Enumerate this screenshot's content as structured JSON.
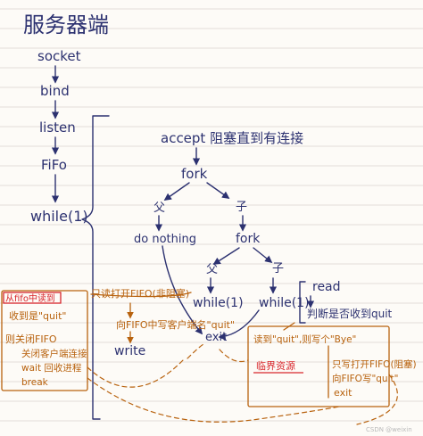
{
  "server_flow": {
    "title": "服务器端",
    "socket": "socket",
    "bind": "bind",
    "listen": "listen",
    "fifo": "FiFo",
    "while": "while(1)"
  },
  "fork_tree": {
    "accept": "accept 阻塞直到有连接",
    "fork": "fork",
    "parent": "父",
    "child": "子",
    "do_nothing": "do nothing",
    "fork2": "fork",
    "parent2": "父",
    "child2": "子",
    "while_left": "while(1)",
    "while_right": "while(1)",
    "exit": "exit",
    "read": "read",
    "judge_quit": "判断是否收到quit"
  },
  "left_box": {
    "label": "从fifo中读到",
    "line1": "收到是\"quit\"",
    "line2": "则关闭FIFO",
    "line3": "关闭客户端连接",
    "line4": "wait 回收进程",
    "line5": "break"
  },
  "middle_notes": {
    "line1": "只读打开FIFO(非阻塞)",
    "line2": "向FIFO中写客户端名\"quit\"",
    "write": "write"
  },
  "right_box": {
    "line1": "读到\"quit\",则写个\"Bye\"",
    "warn": "临界资源",
    "line2": "只写打开FIFO(阻塞)",
    "line3": "向FIFO写\"quit\"",
    "line4": "exit"
  },
  "watermark": "CSDN @weixin"
}
